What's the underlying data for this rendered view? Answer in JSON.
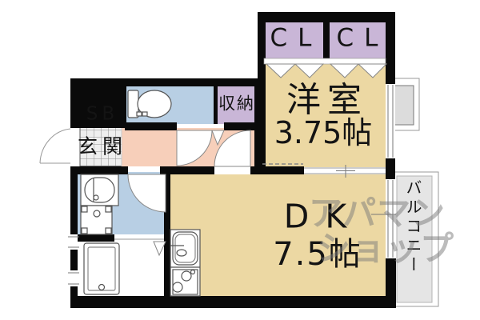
{
  "plan": {
    "rooms": {
      "closet_left": "CL",
      "closet_right": "CL",
      "western_name": "洋室",
      "western_size": "3.75帖",
      "storage": "収納",
      "shoebox": "SB",
      "entrance": "玄関",
      "dk_name": "DK",
      "dk_size": "7.5帖",
      "balcony": "バルコニー"
    },
    "watermark": {
      "line1": "アパマン",
      "line2": "ショップ"
    },
    "colors": {
      "room_tan": "#ecd8a3",
      "closet_purple": "#c9b6d7",
      "water_blue": "#b8cfe4",
      "hallway_pink": "#f7cfba",
      "entrance_tile": "#efefef",
      "balcony_gray": "#e5e5e5",
      "wall_black": "#0a0a0a",
      "watermark_gray": "#7a7a7a"
    }
  }
}
